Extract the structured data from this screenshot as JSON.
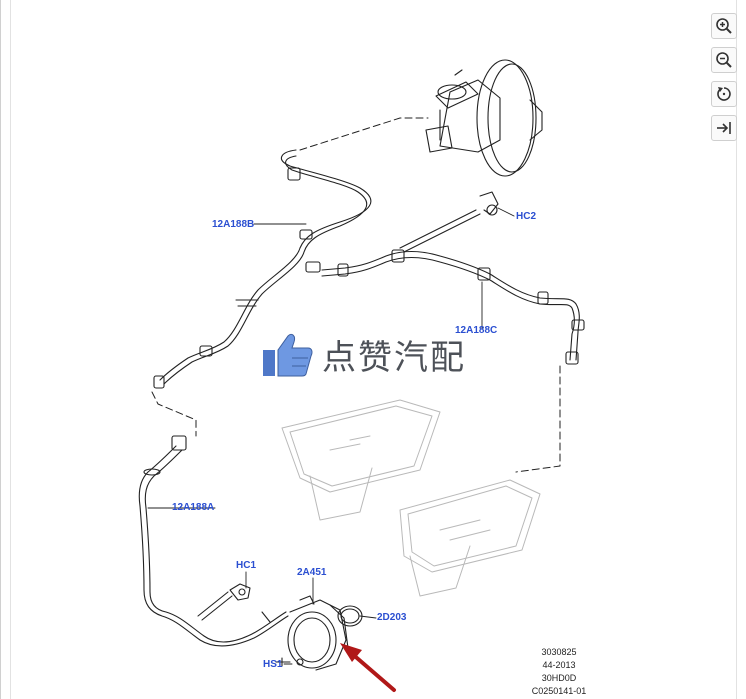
{
  "callouts": {
    "hc2": "HC2",
    "p12a188b": "12A188B",
    "p12a188c": "12A188C",
    "p12a188a": "12A188A",
    "hc1": "HC1",
    "p2a451": "2A451",
    "p2d203": "2D203",
    "hs1": "HS1"
  },
  "meta": {
    "line1": "3030825",
    "line2": "44-2013",
    "line3": "30HD0D",
    "line4": "C0250141-01"
  },
  "watermark": {
    "text": "点赞汽配",
    "icon": "thumbs-up-icon"
  },
  "toolbar": {
    "zoom_in_icon": "zoom-in-icon",
    "zoom_out_icon": "zoom-out-icon",
    "rotate_icon": "rotate-icon",
    "fit_icon": "arrow-to-right-icon"
  },
  "colors": {
    "callout": "#2b4fd1",
    "arrow": "#b01818",
    "line": "#222222"
  }
}
